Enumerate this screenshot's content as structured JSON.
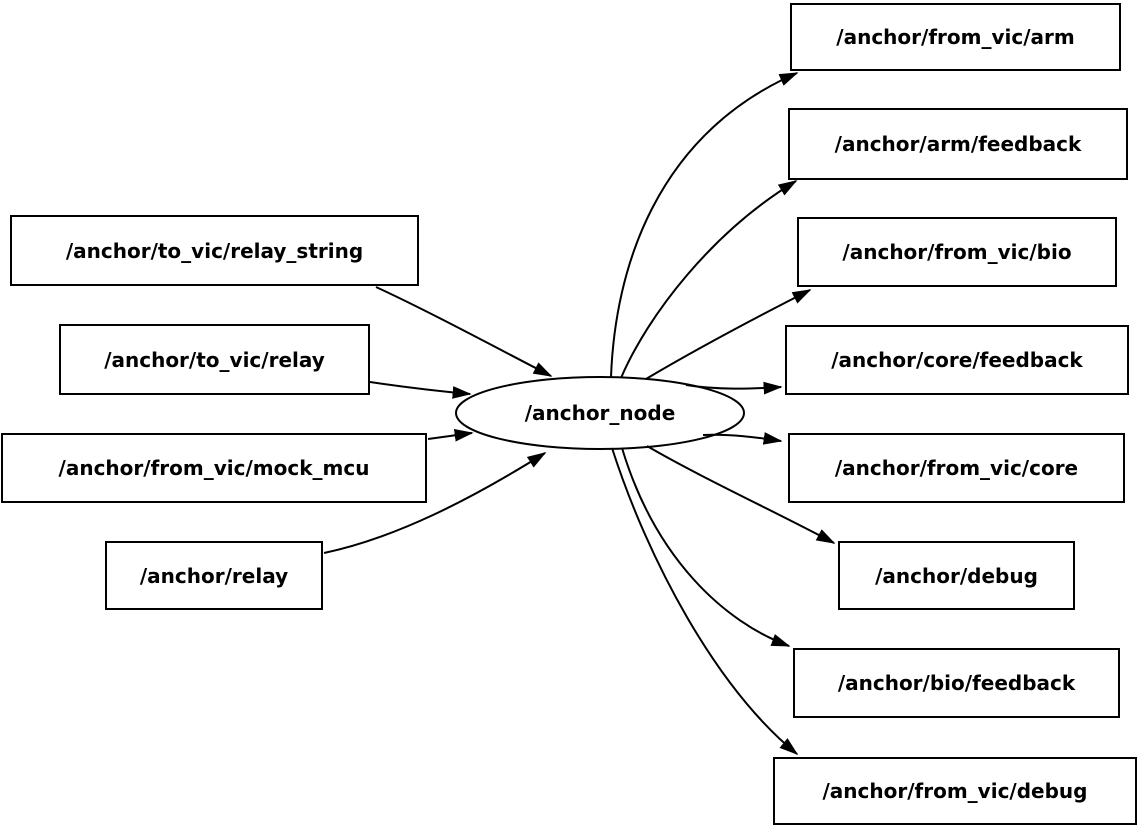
{
  "graph": {
    "type": "ros-node-graph",
    "colors": {
      "background": "#ffffff",
      "stroke": "#000000",
      "node_fill": "#ffffff"
    },
    "node": {
      "label": "/anchor_node"
    },
    "inputs": [
      {
        "label": "/anchor/to_vic/relay_string"
      },
      {
        "label": "/anchor/to_vic/relay"
      },
      {
        "label": "/anchor/from_vic/mock_mcu"
      },
      {
        "label": "/anchor/relay"
      }
    ],
    "outputs": [
      {
        "label": "/anchor/from_vic/arm"
      },
      {
        "label": "/anchor/arm/feedback"
      },
      {
        "label": "/anchor/from_vic/bio"
      },
      {
        "label": "/anchor/core/feedback"
      },
      {
        "label": "/anchor/from_vic/core"
      },
      {
        "label": "/anchor/debug"
      },
      {
        "label": "/anchor/bio/feedback"
      },
      {
        "label": "/anchor/from_vic/debug"
      }
    ],
    "edges": [
      {
        "from": "/anchor/to_vic/relay_string",
        "to": "/anchor_node"
      },
      {
        "from": "/anchor/to_vic/relay",
        "to": "/anchor_node"
      },
      {
        "from": "/anchor/from_vic/mock_mcu",
        "to": "/anchor_node"
      },
      {
        "from": "/anchor/relay",
        "to": "/anchor_node"
      },
      {
        "from": "/anchor_node",
        "to": "/anchor/from_vic/arm"
      },
      {
        "from": "/anchor_node",
        "to": "/anchor/arm/feedback"
      },
      {
        "from": "/anchor_node",
        "to": "/anchor/from_vic/bio"
      },
      {
        "from": "/anchor_node",
        "to": "/anchor/core/feedback"
      },
      {
        "from": "/anchor_node",
        "to": "/anchor/from_vic/core"
      },
      {
        "from": "/anchor_node",
        "to": "/anchor/debug"
      },
      {
        "from": "/anchor_node",
        "to": "/anchor/bio/feedback"
      },
      {
        "from": "/anchor_node",
        "to": "/anchor/from_vic/debug"
      }
    ]
  }
}
